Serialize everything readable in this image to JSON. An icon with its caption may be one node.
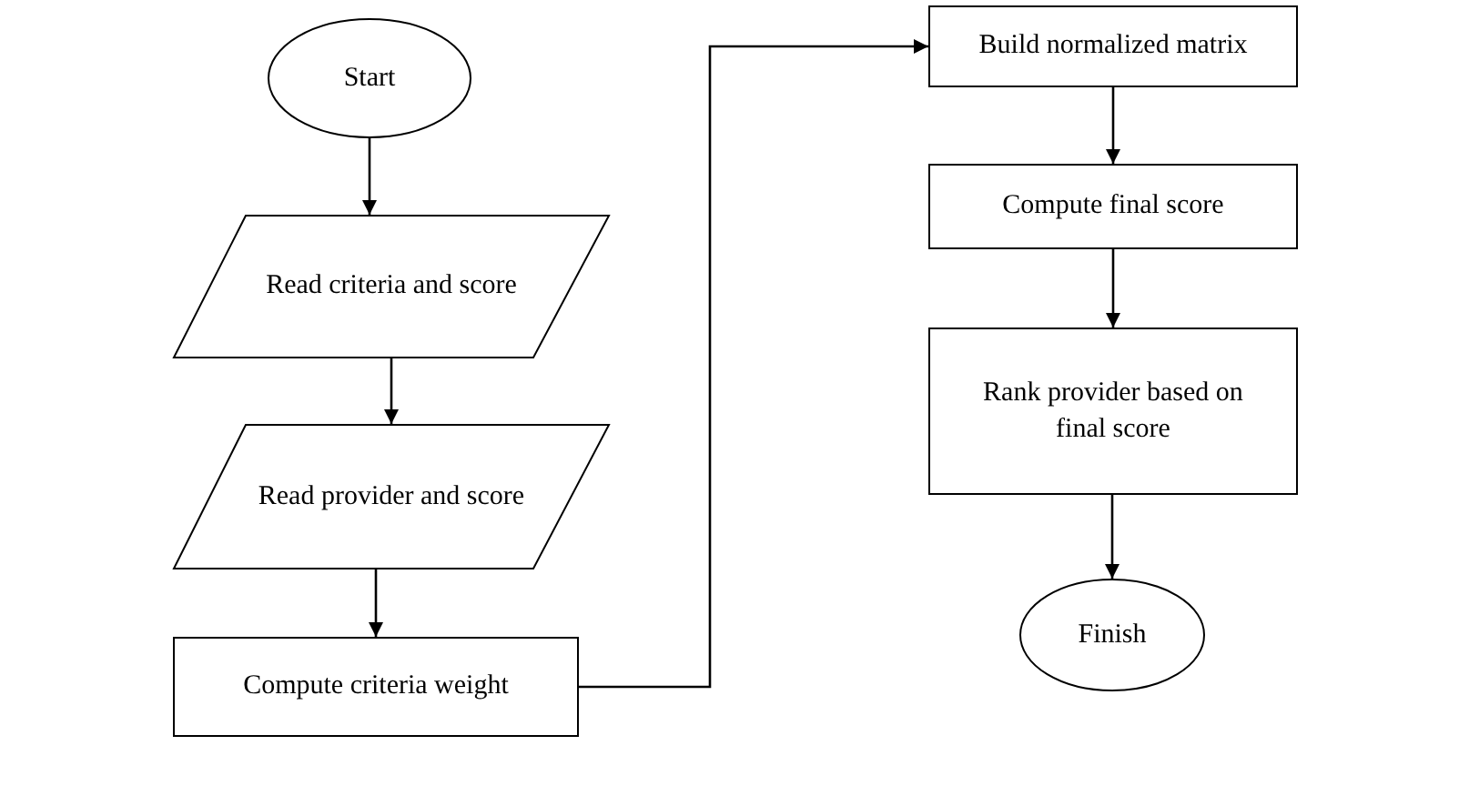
{
  "diagram": {
    "nodes": [
      {
        "text": [
          "Start"
        ]
      },
      {
        "text": [
          "Read criteria and score"
        ]
      },
      {
        "text": [
          "Read provider and score"
        ]
      },
      {
        "text": [
          "Compute criteria weight"
        ]
      },
      {
        "text": [
          "Build normalized matrix"
        ]
      },
      {
        "text": [
          "Compute final score"
        ]
      },
      {
        "text": [
          "Rank provider based on final score"
        ]
      },
      {
        "text": [
          "Finish"
        ]
      }
    ],
    "edges": [
      {
        "from": 0,
        "to": 1,
        "arrow": "to"
      },
      {
        "from": 1,
        "to": 2,
        "arrow": "to"
      },
      {
        "from": 2,
        "to": 3,
        "arrow": "to"
      },
      {
        "from": 3,
        "to": 4,
        "arrow": "to"
      },
      {
        "from": 4,
        "to": 5,
        "arrow": "to"
      },
      {
        "from": 5,
        "to": 6,
        "arrow": "to"
      },
      {
        "from": 6,
        "to": 7,
        "arrow": "to"
      }
    ]
  }
}
